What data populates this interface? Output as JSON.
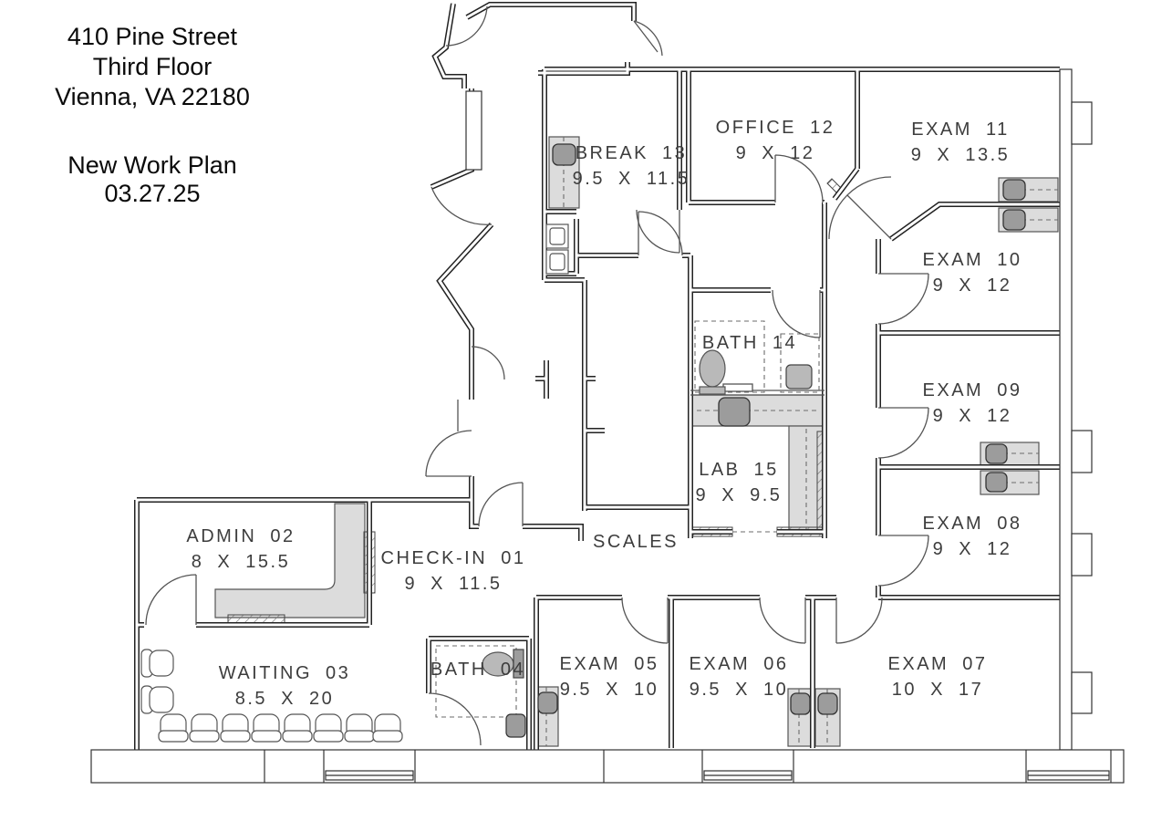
{
  "title_block": {
    "address_line1": "410 Pine Street",
    "address_line2": "Third Floor",
    "address_line3": "Vienna, VA 22180",
    "plan_name": "New Work Plan",
    "plan_date": "03.27.25"
  },
  "rooms": {
    "checkin": {
      "name": "CHECK-IN 01",
      "dims": "9 X 11.5"
    },
    "admin": {
      "name": "ADMIN 02",
      "dims": "8 X 15.5"
    },
    "waiting": {
      "name": "WAITING 03",
      "dims": "8.5 X 20"
    },
    "bath04": {
      "name": "BATH 04"
    },
    "exam05": {
      "name": "EXAM 05",
      "dims": "9.5 X 10"
    },
    "exam06": {
      "name": "EXAM 06",
      "dims": "9.5 X 10"
    },
    "exam07": {
      "name": "EXAM 07",
      "dims": "10 X 17"
    },
    "exam08": {
      "name": "EXAM 08",
      "dims": "9 X 12"
    },
    "exam09": {
      "name": "EXAM 09",
      "dims": "9 X 12"
    },
    "exam10": {
      "name": "EXAM 10",
      "dims": "9 X 12"
    },
    "exam11": {
      "name": "EXAM 11",
      "dims": "9 X 13.5"
    },
    "office12": {
      "name": "OFFICE 12",
      "dims": "9 X 12"
    },
    "break13": {
      "name": "BREAK 13",
      "dims": "9.5 X 11.5"
    },
    "bath14": {
      "name": "BATH 14"
    },
    "lab15": {
      "name": "LAB 15",
      "dims": "9 X 9.5"
    }
  },
  "annotations": {
    "scales_label": "SCALES"
  },
  "colors": {
    "wall_line": "#222222",
    "thin_line": "#444444",
    "counter_fill": "#dcdcdc",
    "chair_fill": "#9c9c9c",
    "fixture_fill": "#b9b9b9",
    "label_text": "#3d3d3d"
  }
}
